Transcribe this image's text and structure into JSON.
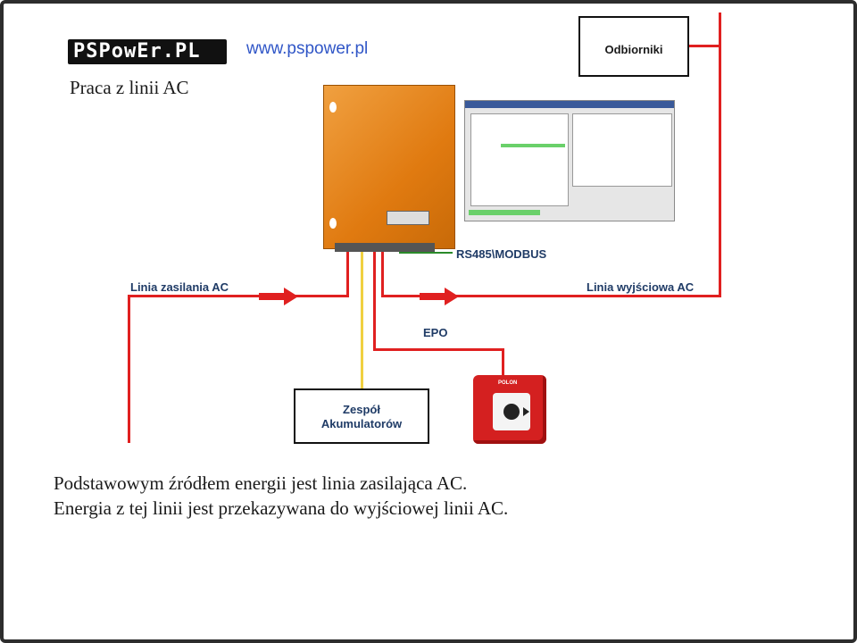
{
  "header": {
    "logo_text": "PSPowEr.PL",
    "url": "www.pspower.pl",
    "subtitle": "Praca z linii AC"
  },
  "diagram": {
    "receivers": "Odbiorniki",
    "bus": "RS485\\MODBUS",
    "input_line": "Linia zasilania AC",
    "output_line": "Linia wyjściowa AC",
    "epo": "EPO",
    "battery_line1": "Zespół",
    "battery_line2": "Akumulatorów",
    "button_brand": "POLON",
    "colors": {
      "power_line": "#e02020",
      "signal_line": "#f0d040",
      "label": "#1f3b66"
    }
  },
  "body": {
    "line1": "Podstawowym źródłem energii jest linia zasilająca AC.",
    "line2": "Energia z tej linii jest przekazywana do wyjściowej linii AC."
  }
}
